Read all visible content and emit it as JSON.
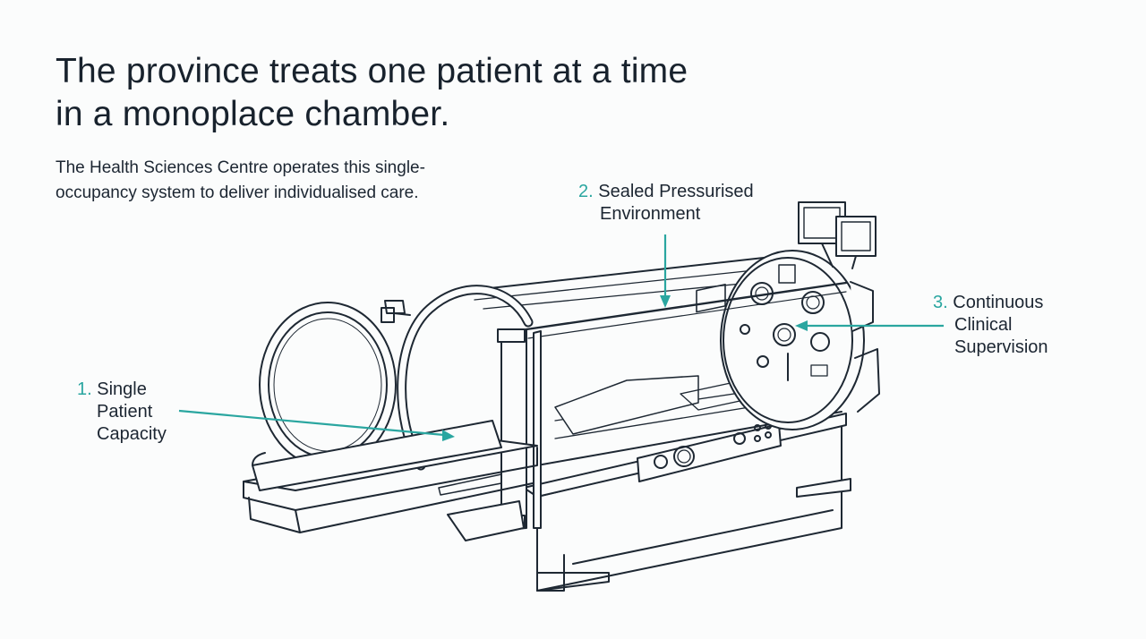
{
  "heading": {
    "line1": "The province treats one patient at a time",
    "line2": "in a monoplace chamber."
  },
  "intro": {
    "line1": "The Health Sciences Centre operates this single-",
    "line2": "occupancy system to deliver individualised care."
  },
  "callouts": [
    {
      "number": "1.",
      "lines": [
        "Single",
        "Patient",
        "Capacity"
      ]
    },
    {
      "number": "2.",
      "lines": [
        "Sealed Pressurised",
        "Environment"
      ]
    },
    {
      "number": "3.",
      "lines": [
        "Continuous",
        "Clinical",
        "Supervision"
      ]
    }
  ],
  "colors": {
    "accent": "#2aa6a0",
    "ink": "#1b2531",
    "background": "#fbfcfc"
  }
}
